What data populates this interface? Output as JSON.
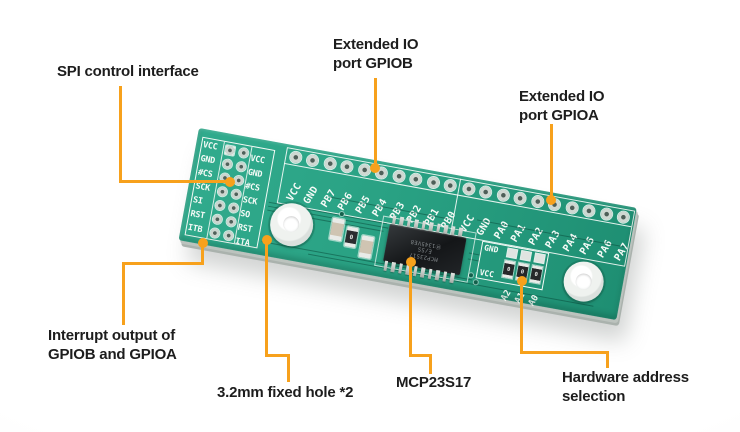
{
  "annotations": {
    "spi": {
      "text": "SPI control interface"
    },
    "gpiob": {
      "line1": "Extended IO",
      "line2": "port GPIOB"
    },
    "gpioa": {
      "line1": "Extended IO",
      "line2": "port GPIOA"
    },
    "interrupt": {
      "line1": "Interrupt output of",
      "line2": "GPIOB and GPIOA"
    },
    "fixed_hole": {
      "text": "3.2mm fixed hole *2"
    },
    "chip": {
      "text": "MCP23S17"
    },
    "address": {
      "line1": "Hardware address",
      "line2": "selection"
    }
  },
  "board": {
    "spi_header": {
      "left_labels": [
        "VCC",
        "GND",
        "#CS",
        "SCK",
        "SI",
        "RST",
        "ITB"
      ],
      "right_labels": [
        "VCC",
        "GND",
        "#CS",
        "SCK",
        "SO",
        "RST",
        "ITA"
      ]
    },
    "gpiob_pins": [
      "VCC",
      "GND",
      "PB7",
      "PB6",
      "PB5",
      "PB4",
      "PB3",
      "PB2",
      "PB1",
      "PB0"
    ],
    "gpioa_pins": [
      "VCC",
      "GND",
      "PA0",
      "PA1",
      "PA2",
      "PA3",
      "PA4",
      "PA5",
      "PA6",
      "PA7"
    ],
    "address_block": {
      "row_top": "GND",
      "row_bottom": "VCC",
      "jumpers": [
        "A2",
        "A1",
        "A0"
      ]
    },
    "resistor_marking": "0",
    "ic_marking": {
      "logo_glyph": "Ⓜ",
      "line1": "MCP23S17",
      "line2": "E/SS",
      "line3": "1345VE8"
    }
  },
  "colors": {
    "accent": "#f7a11c",
    "pcb": "#29a183",
    "silk": "#f4faf6",
    "ink": "#1d1d1d"
  }
}
